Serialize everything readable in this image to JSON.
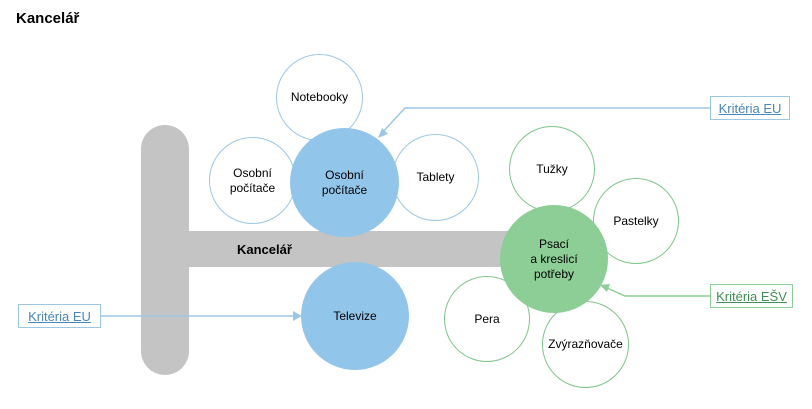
{
  "header": {
    "title": "Kancelář"
  },
  "diagram": {
    "trunk_label": "Kancelář",
    "nodes": {
      "notebooky": "Notebooky",
      "osobni_pocitace": "Osobní\npočítače",
      "osobni_pocitace_main": "Osobní\npočítače",
      "tablety": "Tablety",
      "televize": "Televize",
      "tuzky": "Tužky",
      "pastelky": "Pastelky",
      "psaci_potreby": "Psací\na kreslicí\npotřeby",
      "pera": "Pera",
      "zvyraznovace": "Zvýrazňovače"
    },
    "links": {
      "kriteria_eu_top": "Kritéria EU",
      "kriteria_eu_left": "Kritéria EU",
      "kriteria_esv": "Kritéria EŠV"
    },
    "colors": {
      "blue_fill": "#92c5ea",
      "green_fill": "#8cce96",
      "blue_outline": "#9cc8e6",
      "green_outline": "#7fc48a",
      "structure_gray": "#c4c4c4"
    }
  }
}
